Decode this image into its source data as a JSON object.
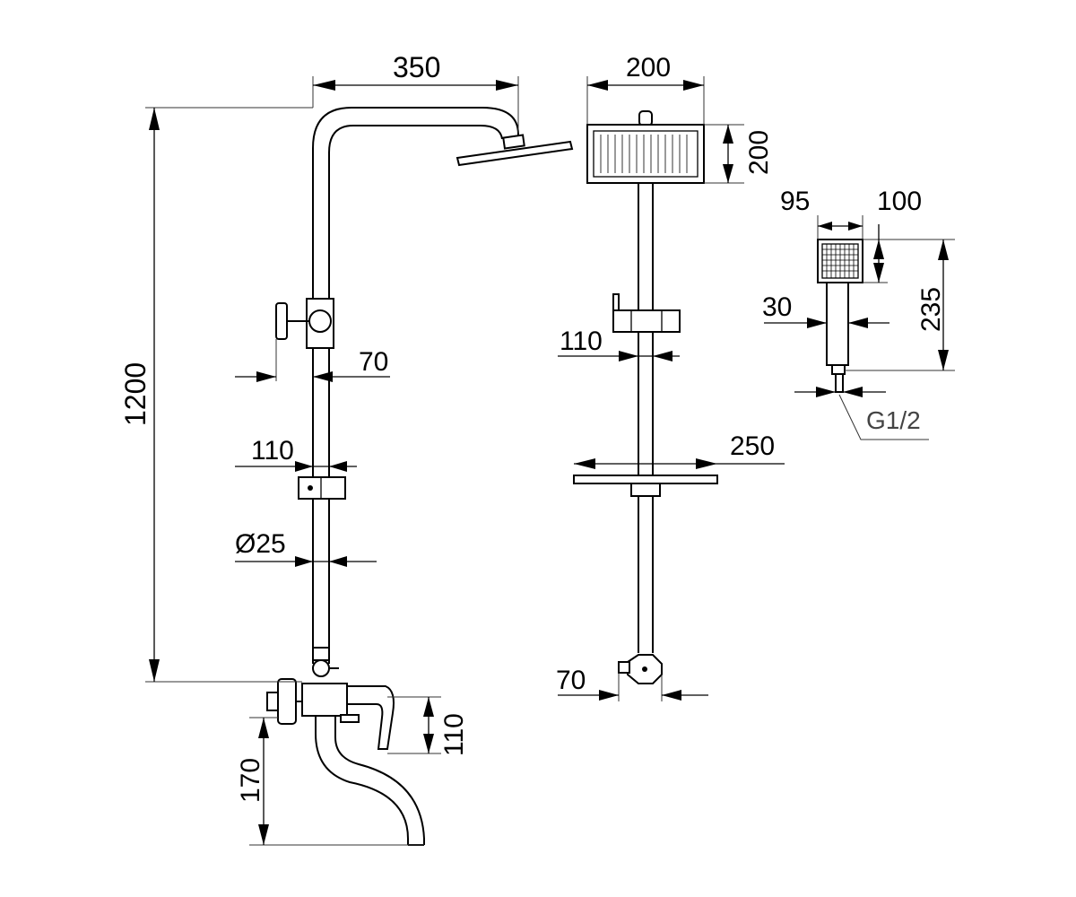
{
  "labels": {
    "side_width": "350",
    "side_height": "1200",
    "side_valve_offset": "70",
    "side_holder": "110",
    "side_pipe_diameter": "Ø25",
    "side_mixer_height": "110",
    "side_spout_height": "170",
    "front_head_width": "200",
    "front_head_height": "200",
    "front_diverter": "110",
    "front_shelf": "250",
    "front_bottom": "70",
    "hand_width_a": "95",
    "hand_width_b": "100",
    "hand_length": "235",
    "hand_handle": "30",
    "hand_thread": "G1/2"
  },
  "colors": {
    "line": "#000000",
    "background": "#ffffff",
    "leader": "#444444"
  }
}
